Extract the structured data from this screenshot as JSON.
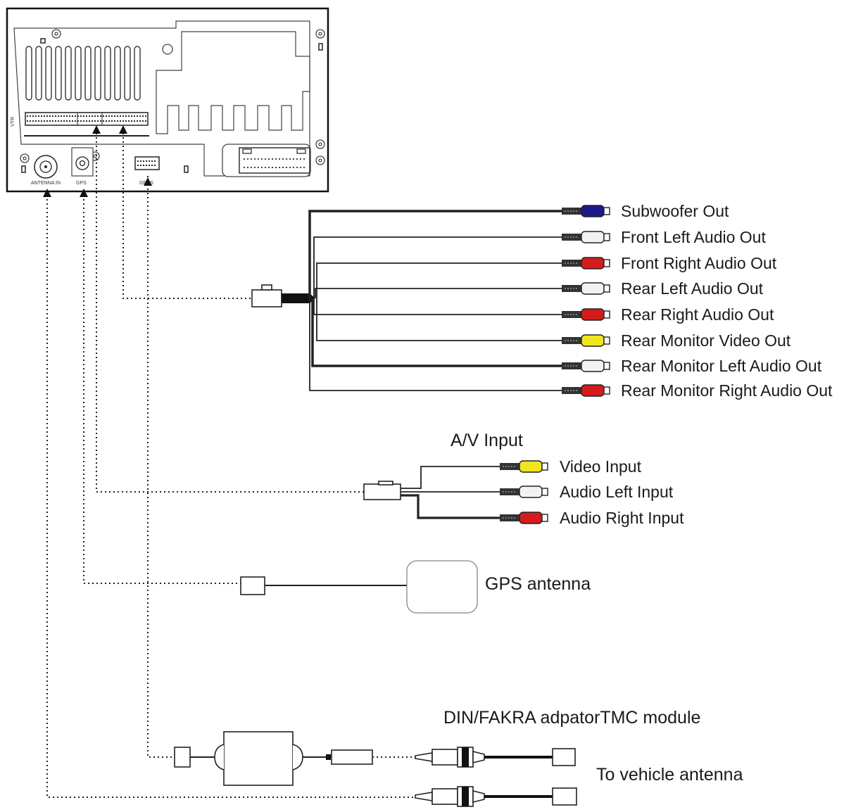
{
  "head_unit": {
    "port_labels": {
      "antenna": "ANTENNA IN",
      "gps": "GPS",
      "gprs": "GPRS",
      "vtr": "VTR"
    }
  },
  "outputs": [
    {
      "label": "Subwoofer Out",
      "color": "#1a1a8c"
    },
    {
      "label": "Front Left Audio Out",
      "color": "#f2f2f2"
    },
    {
      "label": "Front Right Audio Out",
      "color": "#d41c1c"
    },
    {
      "label": "Rear Left Audio Out",
      "color": "#f2f2f2"
    },
    {
      "label": "Rear Right Audio Out",
      "color": "#d41c1c"
    },
    {
      "label": "Rear Monitor Video Out",
      "color": "#f0e61e"
    },
    {
      "label": "Rear Monitor Left Audio Out",
      "color": "#f2f2f2"
    },
    {
      "label": "Rear Monitor Right Audio Out",
      "color": "#d41c1c"
    }
  ],
  "av_input": {
    "title": "A/V Input",
    "items": [
      {
        "label": "Video Input",
        "color": "#f0e61e"
      },
      {
        "label": "Audio Left Input",
        "color": "#f2f2f2"
      },
      {
        "label": "Audio Right Input",
        "color": "#d41c1c"
      }
    ]
  },
  "gps": {
    "label": "GPS antenna"
  },
  "tmc": {
    "title": "DIN/FAKRA adpatorTMC module",
    "vehicle_label": "To vehicle antenna"
  }
}
